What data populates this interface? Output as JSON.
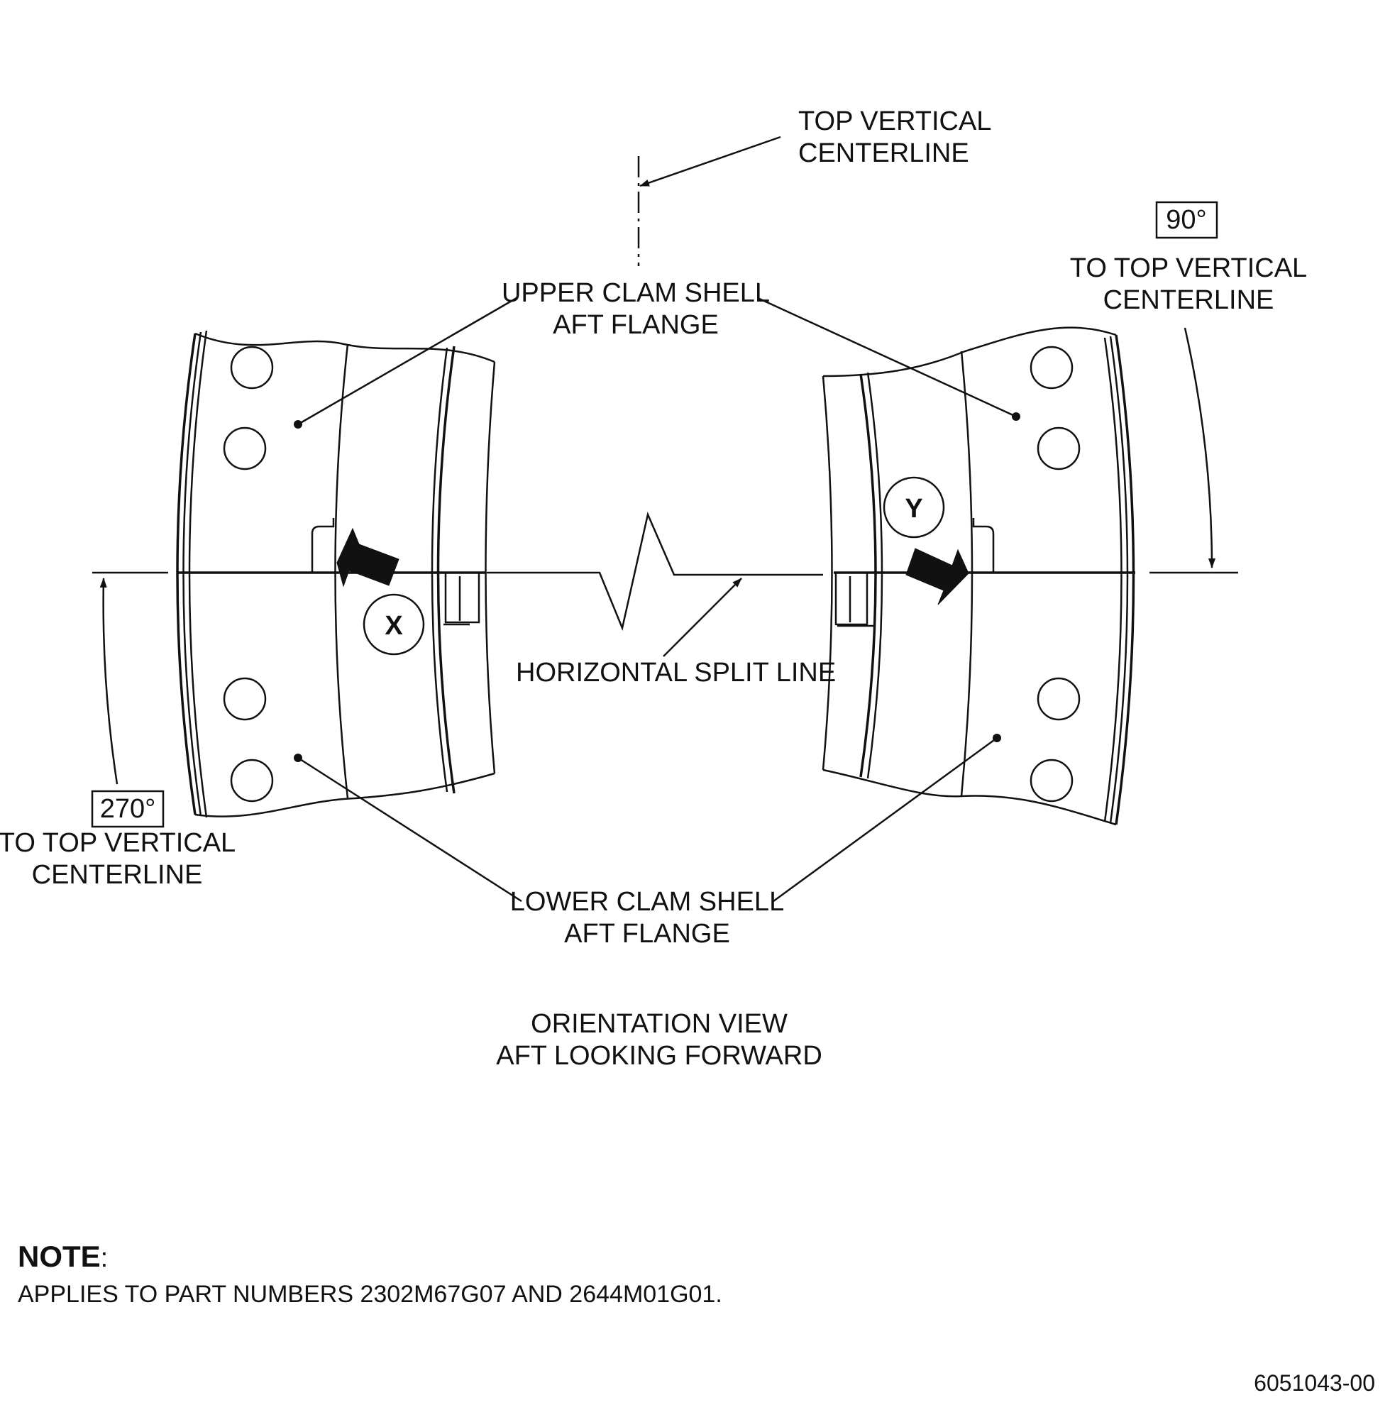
{
  "labels": {
    "top_centerline": [
      "TOP VERTICAL",
      "CENTERLINE"
    ],
    "upper_flange": [
      "UPPER CLAM SHELL",
      "AFT FLANGE"
    ],
    "lower_flange": [
      "LOWER CLAM SHELL",
      "AFT FLANGE"
    ],
    "split_line": "HORIZONTAL SPLIT LINE",
    "angle_right_value": "90°",
    "angle_right_text": [
      "TO TOP VERTICAL",
      "CENTERLINE"
    ],
    "angle_left_value": "270°",
    "angle_left_text": [
      "TO TOP VERTICAL",
      "CENTERLINE"
    ],
    "callout_x": "X",
    "callout_y": "Y",
    "view_title": [
      "ORIENTATION VIEW",
      "AFT LOOKING FORWARD"
    ]
  },
  "note": {
    "heading": "NOTE",
    "colon": ":",
    "text": "APPLIES TO PART NUMBERS 2302M67G07 AND 2644M01G01."
  },
  "figure_id": "6051043-00"
}
